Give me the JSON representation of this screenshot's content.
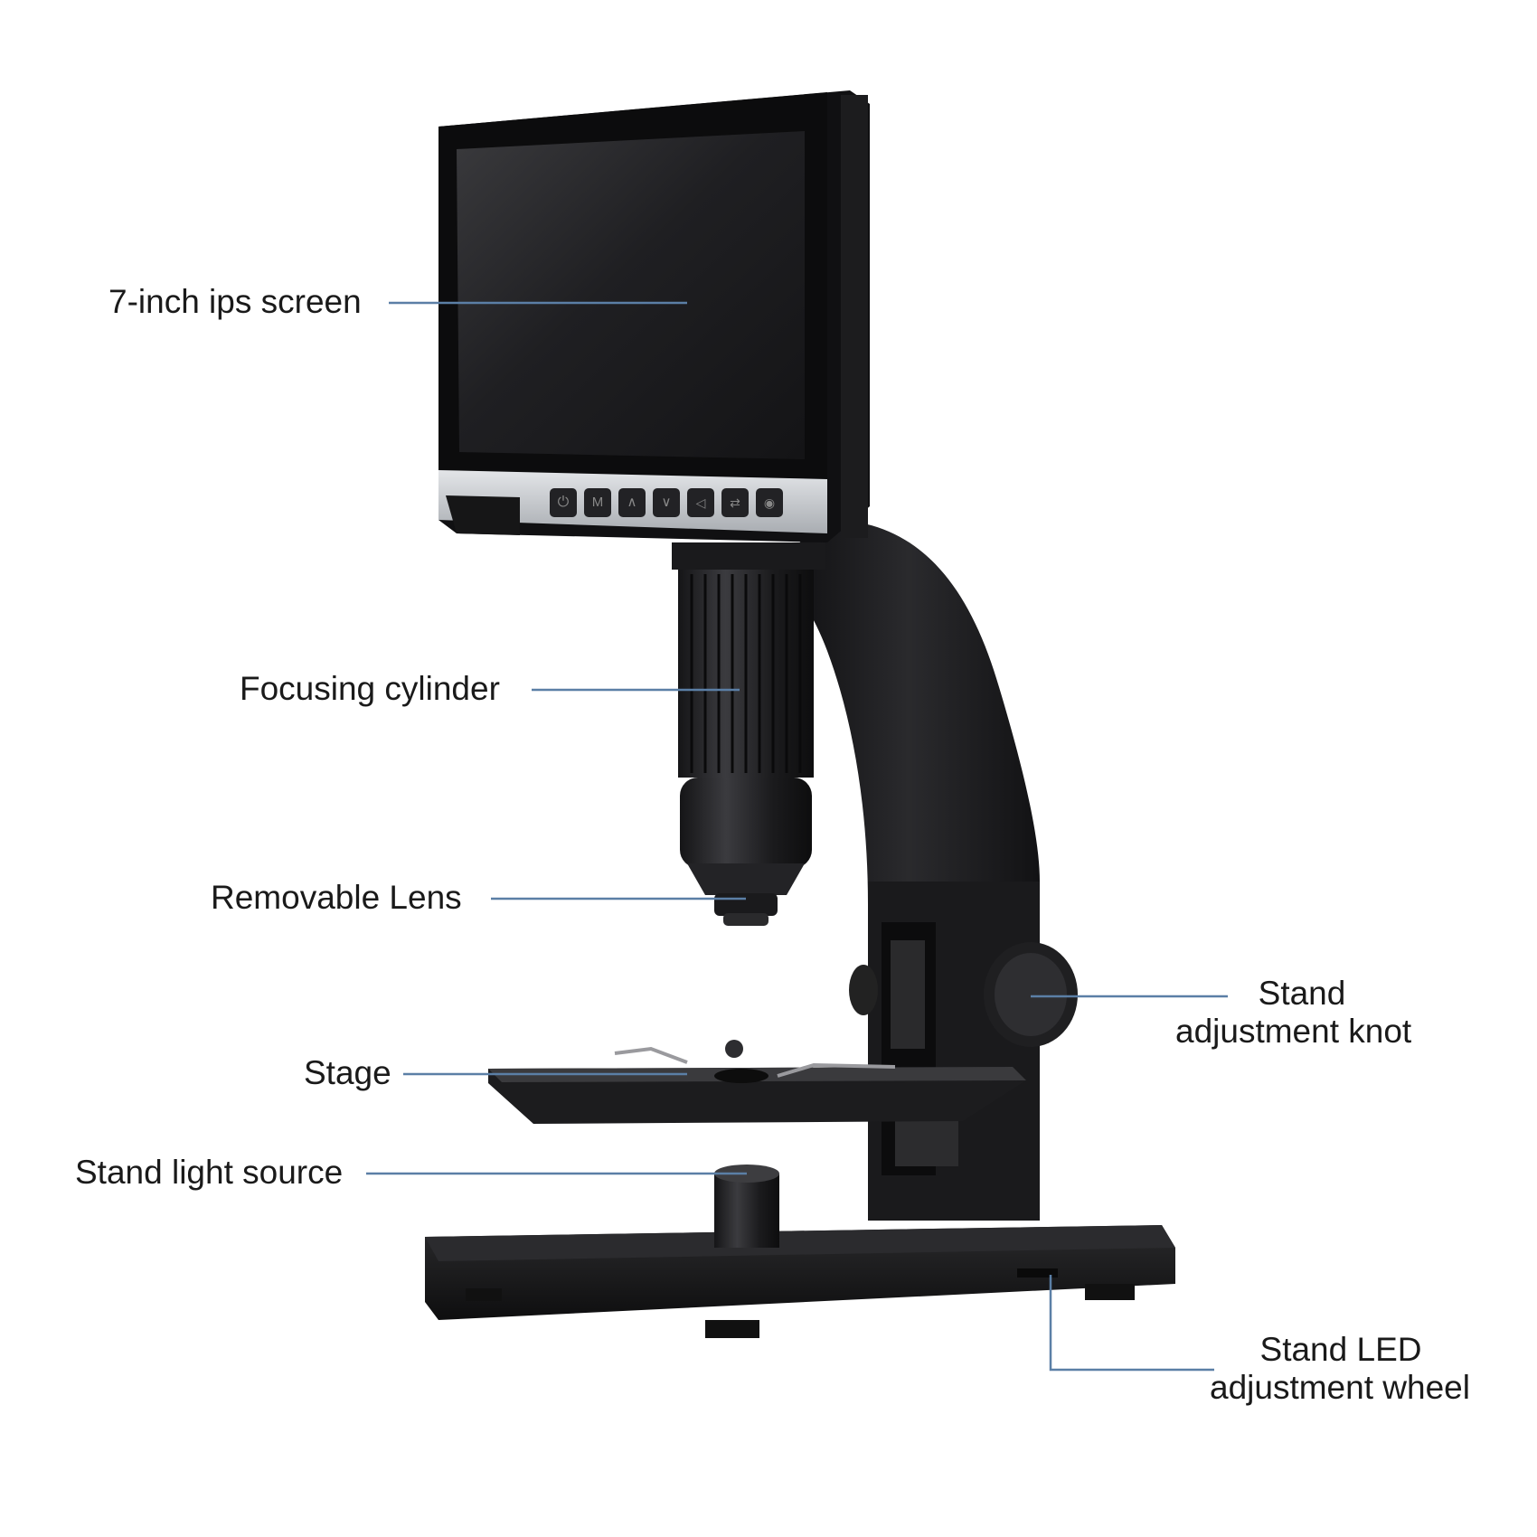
{
  "labels": {
    "screen": "7-inch ips screen",
    "focusing_cylinder": "Focusing cylinder",
    "removable_lens": "Removable Lens",
    "stage": "Stage",
    "stand_light_source": "Stand light source",
    "stand_adjustment_knot_line1": "Stand",
    "stand_adjustment_knot_line2": "adjustment knot",
    "stand_led_wheel_line1": "Stand LED",
    "stand_led_wheel_line2": "adjustment wheel"
  },
  "screen_buttons": [
    "power-icon",
    "menu-icon",
    "up-icon",
    "down-icon",
    "playback-icon",
    "switch-icon",
    "record-icon"
  ],
  "colors": {
    "leader_line": "#5b7fa6",
    "body": "#1c1c1e",
    "bezel_silver": "#c9ccd0",
    "text": "#1a1a1a"
  }
}
